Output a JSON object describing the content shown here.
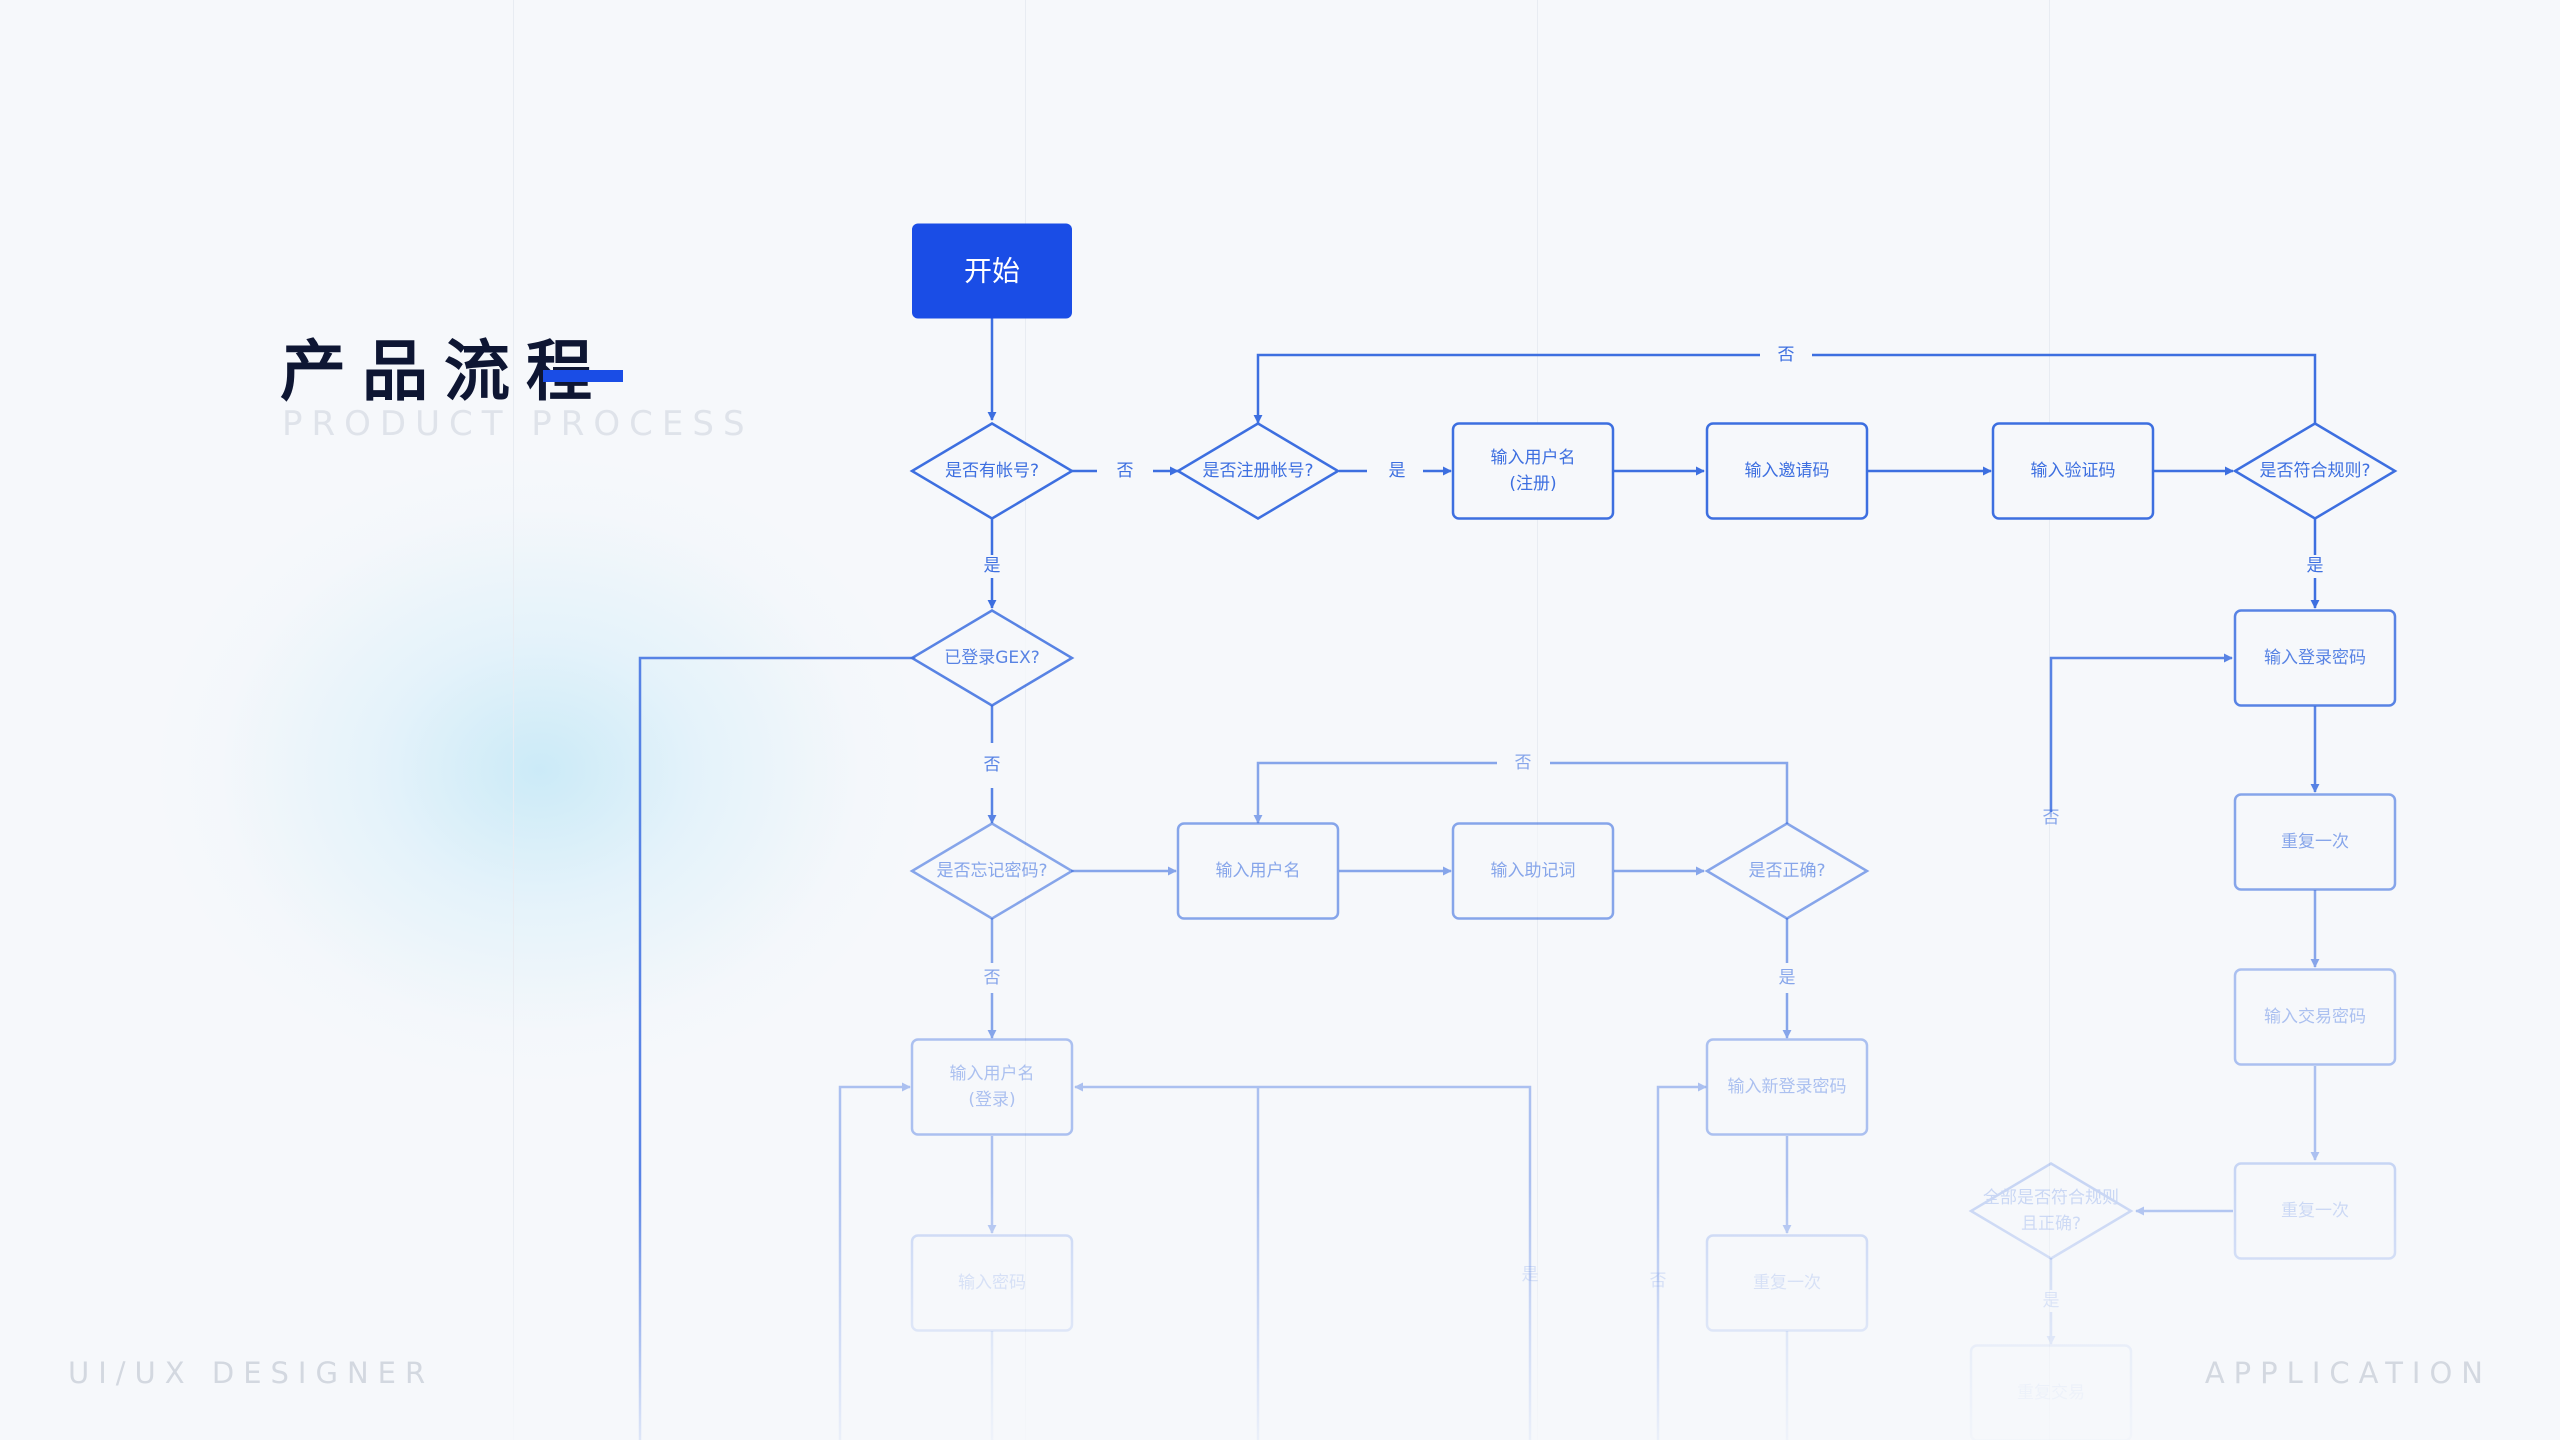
{
  "header": {
    "title": "产品流程",
    "subtitle": "PRODUCT PROCESS"
  },
  "footer": {
    "left": "UI/UX DESIGNER",
    "right": "APPLICATION"
  },
  "colors": {
    "accent": "#1a4de6",
    "line": "#3d6fe0",
    "text_dark": "#0e1633"
  },
  "flow": {
    "nodes": [
      {
        "id": "start",
        "type": "start",
        "lines": [
          "开始"
        ],
        "tier": 0
      },
      {
        "id": "has-account",
        "type": "decision",
        "lines": [
          "是否有帐号?"
        ],
        "tier": 1
      },
      {
        "id": "registered",
        "type": "decision",
        "lines": [
          "是否注册帐号?"
        ],
        "tier": 1
      },
      {
        "id": "reg-username",
        "type": "process",
        "lines": [
          "输入用户名",
          "(注册)"
        ],
        "tier": 1
      },
      {
        "id": "invite-code",
        "type": "process",
        "lines": [
          "输入邀请码"
        ],
        "tier": 1
      },
      {
        "id": "verify-code",
        "type": "process",
        "lines": [
          "输入验证码"
        ],
        "tier": 1
      },
      {
        "id": "rule-check",
        "type": "decision",
        "lines": [
          "是否符合规则?"
        ],
        "tier": 1
      },
      {
        "id": "logged-in",
        "type": "decision",
        "lines": [
          "已登录GEX?"
        ],
        "tier": 2
      },
      {
        "id": "login-password",
        "type": "process",
        "lines": [
          "输入登录密码"
        ],
        "tier": 2
      },
      {
        "id": "forgot-password",
        "type": "decision",
        "lines": [
          "是否忘记密码?"
        ],
        "tier": 3
      },
      {
        "id": "fp-username",
        "type": "process",
        "lines": [
          "输入用户名"
        ],
        "tier": 3
      },
      {
        "id": "mnemonic",
        "type": "process",
        "lines": [
          "输入助记词"
        ],
        "tier": 3
      },
      {
        "id": "correct-check",
        "type": "decision",
        "lines": [
          "是否正确?"
        ],
        "tier": 3
      },
      {
        "id": "repeat-1",
        "type": "process",
        "lines": [
          "重复一次"
        ],
        "tier": 3
      },
      {
        "id": "login-username",
        "type": "process",
        "lines": [
          "输入用户名",
          "(登录)"
        ],
        "tier": 4
      },
      {
        "id": "new-login-password",
        "type": "process",
        "lines": [
          "输入新登录密码"
        ],
        "tier": 4
      },
      {
        "id": "trade-password",
        "type": "process",
        "lines": [
          "输入交易密码"
        ],
        "tier": 4
      },
      {
        "id": "password",
        "type": "process",
        "lines": [
          "输入密码"
        ],
        "tier": 5
      },
      {
        "id": "repeat-2",
        "type": "process",
        "lines": [
          "重复一次"
        ],
        "tier": 5
      },
      {
        "id": "repeat-3",
        "type": "process",
        "lines": [
          "重复一次"
        ],
        "tier": 5
      },
      {
        "id": "all-rules-check",
        "type": "decision",
        "lines": [
          "全部是否符合规则",
          "且正确?"
        ],
        "tier": 5
      },
      {
        "id": "bottom-box",
        "type": "process",
        "lines": [
          "重复交易"
        ],
        "tier": 6
      }
    ],
    "labels": [
      {
        "id": "lbl-no-1",
        "text": "否",
        "tier": 1
      },
      {
        "id": "lbl-yes-1",
        "text": "是",
        "tier": 1
      },
      {
        "id": "lbl-no-top",
        "text": "否",
        "tier": 1
      },
      {
        "id": "lbl-yes-2",
        "text": "是",
        "tier": 1
      },
      {
        "id": "lbl-yes-3",
        "text": "是",
        "tier": 1
      },
      {
        "id": "lbl-no-2",
        "text": "否",
        "tier": 2
      },
      {
        "id": "lbl-no-mid",
        "text": "否",
        "tier": 3
      },
      {
        "id": "lbl-no-right",
        "text": "否",
        "tier": 3
      },
      {
        "id": "lbl-no-3",
        "text": "否",
        "tier": 3
      },
      {
        "id": "lbl-yes-4",
        "text": "是",
        "tier": 3
      },
      {
        "id": "lbl-yes-5",
        "text": "是",
        "tier": 5
      },
      {
        "id": "lbl-no-4",
        "text": "否",
        "tier": 5
      },
      {
        "id": "lbl-yes-6",
        "text": "是",
        "tier": 5
      }
    ]
  }
}
